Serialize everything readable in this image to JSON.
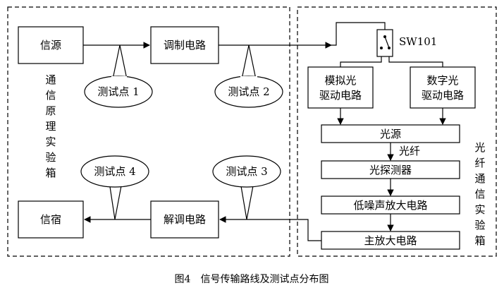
{
  "left_panel": {
    "title": "通信原理实验箱",
    "source": "信源",
    "modulator": "调制电路",
    "demodulator": "解调电路",
    "sink": "信宿",
    "tp1": "测试点 1",
    "tp2": "测试点 2",
    "tp3": "测试点 3",
    "tp4": "测试点 4"
  },
  "right_panel": {
    "title": "光纤通信实验箱",
    "switch": "SW101",
    "analog_driver": [
      "模拟光",
      "驱动电路"
    ],
    "digital_driver": [
      "数字光",
      "驱动电路"
    ],
    "light_source": "光源",
    "fiber": "光纤",
    "detector": "光探测器",
    "lna": "低噪声放大电路",
    "main_amp": "主放大电路"
  },
  "caption": "图4　信号传输路线及测试点分布图"
}
